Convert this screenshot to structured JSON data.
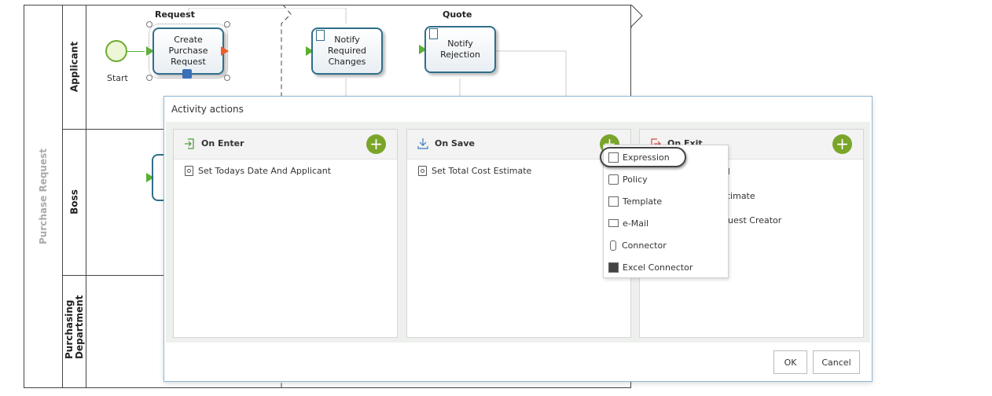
{
  "diagram": {
    "pool_label": "Purchase Request",
    "lanes": [
      "Applicant",
      "Boss",
      "Purchasing Department"
    ],
    "phases": [
      "Request",
      "Quote"
    ],
    "start_label": "Start",
    "tasks": [
      {
        "label": "Create Purchase Request"
      },
      {
        "label": "Notify Required Changes"
      },
      {
        "label": "Notify Rejection"
      }
    ]
  },
  "dialog": {
    "title": "Activity actions",
    "columns": [
      {
        "title": "On Enter",
        "items": [
          "Set Todays Date And Applicant"
        ]
      },
      {
        "title": "On Save",
        "items": [
          "Set Total Cost Estimate"
        ]
      },
      {
        "title": "On Exit",
        "visible_fragments": [
          "el",
          "stimate",
          "quest Creator"
        ]
      }
    ],
    "ok_label": "OK",
    "cancel_label": "Cancel",
    "add_symbol": "+"
  },
  "menu": {
    "items": [
      "Expression",
      "Policy",
      "Template",
      "e-Mail",
      "Connector",
      "Excel Connector"
    ],
    "highlighted": "Expression"
  },
  "colors": {
    "add_button": "#7aa52a",
    "task_border": "#2f6f8a",
    "dialog_border": "#8fb8d6"
  }
}
